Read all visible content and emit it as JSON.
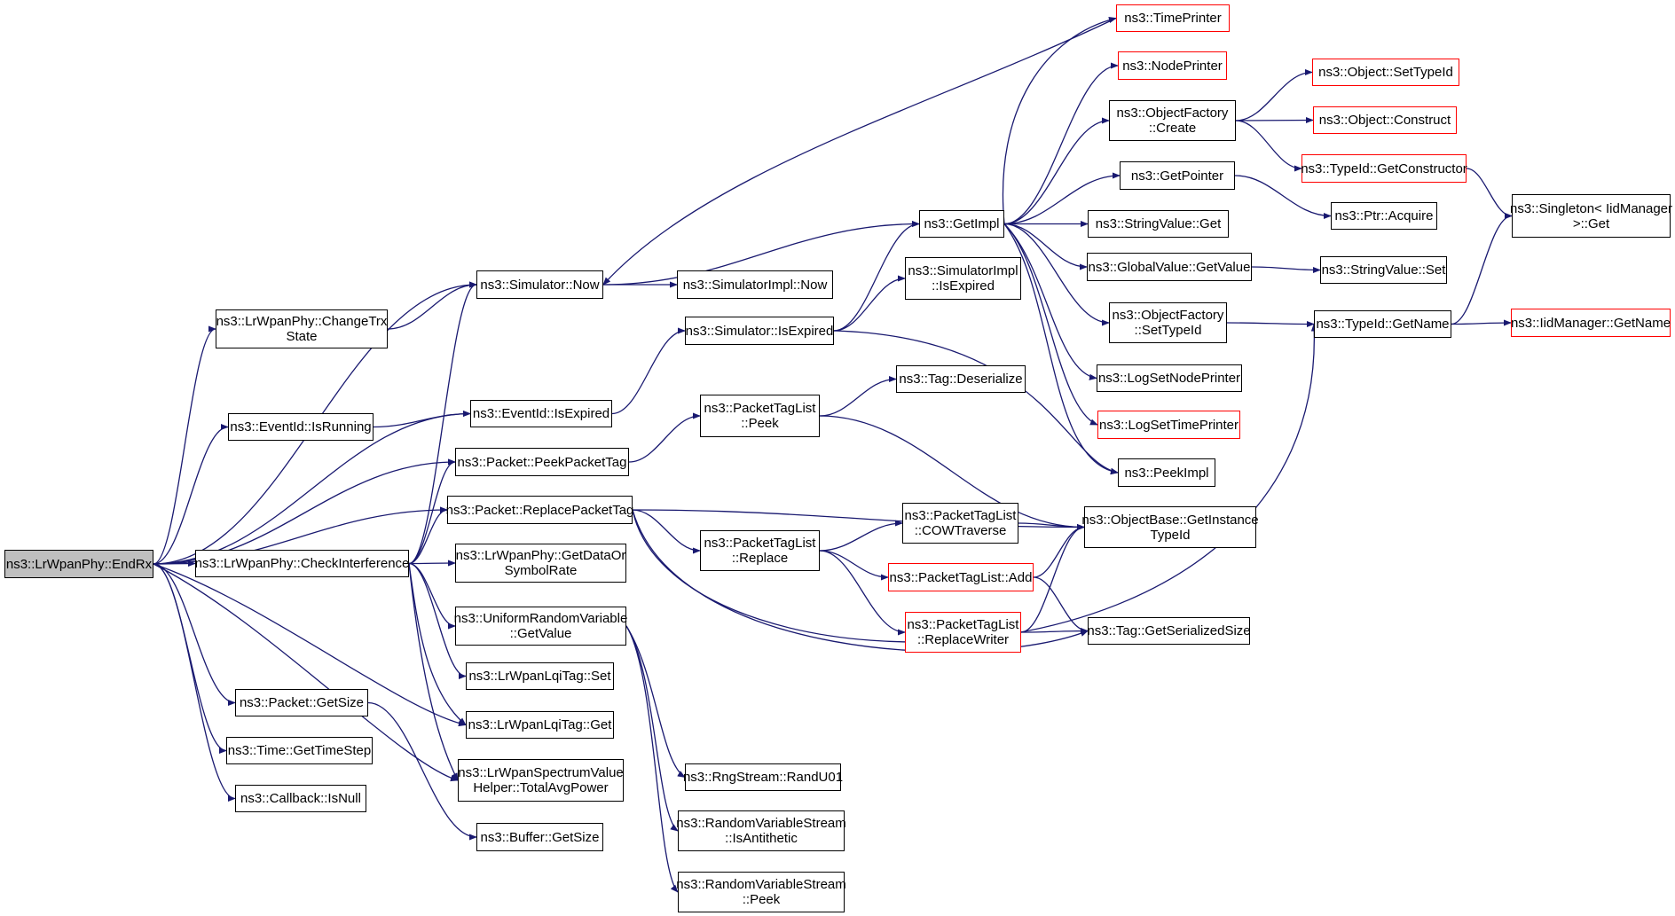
{
  "colors": {
    "edge": "#191970",
    "node_border": "#000000",
    "external_border": "#ff0000",
    "root_fill": "#bfbfbf",
    "background": "#ffffff"
  },
  "nodes": [
    {
      "id": "endrx",
      "label": "ns3::LrWpanPhy::EndRx",
      "style": "root"
    },
    {
      "id": "changetrx",
      "label": "ns3::LrWpanPhy::ChangeTrx\nState"
    },
    {
      "id": "isrunning",
      "label": "ns3::EventId::IsRunning"
    },
    {
      "id": "checkint",
      "label": "ns3::LrWpanPhy::CheckInterference"
    },
    {
      "id": "pktgetsize",
      "label": "ns3::Packet::GetSize"
    },
    {
      "id": "timestep",
      "label": "ns3::Time::GetTimeStep"
    },
    {
      "id": "isnull",
      "label": "ns3::Callback::IsNull"
    },
    {
      "id": "simnow",
      "label": "ns3::Simulator::Now"
    },
    {
      "id": "isexpired",
      "label": "ns3::EventId::IsExpired"
    },
    {
      "id": "peekpkttag",
      "label": "ns3::Packet::PeekPacketTag"
    },
    {
      "id": "replpkttag",
      "label": "ns3::Packet::ReplacePacketTag"
    },
    {
      "id": "getdatarate",
      "label": "ns3::LrWpanPhy::GetDataOr\nSymbolRate"
    },
    {
      "id": "urvgetvalue",
      "label": "ns3::UniformRandomVariable\n::GetValue"
    },
    {
      "id": "lqiset",
      "label": "ns3::LrWpanLqiTag::Set"
    },
    {
      "id": "lqiget",
      "label": "ns3::LrWpanLqiTag::Get"
    },
    {
      "id": "totalavg",
      "label": "ns3::LrWpanSpectrumValue\nHelper::TotalAvgPower"
    },
    {
      "id": "bufgetsize",
      "label": "ns3::Buffer::GetSize"
    },
    {
      "id": "simimplnow",
      "label": "ns3::SimulatorImpl::Now"
    },
    {
      "id": "simisexpired",
      "label": "ns3::Simulator::IsExpired"
    },
    {
      "id": "ptlpeek",
      "label": "ns3::PacketTagList\n::Peek"
    },
    {
      "id": "ptlreplace",
      "label": "ns3::PacketTagList\n::Replace"
    },
    {
      "id": "rngrand",
      "label": "ns3::RngStream::RandU01"
    },
    {
      "id": "rvsanti",
      "label": "ns3::RandomVariableStream\n::IsAntithetic"
    },
    {
      "id": "rvspeek",
      "label": "ns3::RandomVariableStream\n::Peek"
    },
    {
      "id": "getimpl",
      "label": "ns3::GetImpl"
    },
    {
      "id": "simimplexp",
      "label": "ns3::SimulatorImpl\n::IsExpired"
    },
    {
      "id": "tagdeser",
      "label": "ns3::Tag::Deserialize"
    },
    {
      "id": "cowtraverse",
      "label": "ns3::PacketTagList\n::COWTraverse"
    },
    {
      "id": "ptladd",
      "label": "ns3::PacketTagList::Add",
      "style": "red"
    },
    {
      "id": "replwriter",
      "label": "ns3::PacketTagList\n::ReplaceWriter",
      "style": "red"
    },
    {
      "id": "timeprinter",
      "label": "ns3::TimePrinter",
      "style": "red"
    },
    {
      "id": "nodeprinter",
      "label": "ns3::NodePrinter",
      "style": "red"
    },
    {
      "id": "ofcreate",
      "label": "ns3::ObjectFactory\n::Create"
    },
    {
      "id": "getpointer",
      "label": "ns3::GetPointer"
    },
    {
      "id": "svget",
      "label": "ns3::StringValue::Get"
    },
    {
      "id": "gvgetvalue",
      "label": "ns3::GlobalValue::GetValue"
    },
    {
      "id": "ofsettypeid",
      "label": "ns3::ObjectFactory\n::SetTypeId"
    },
    {
      "id": "logsetnode",
      "label": "ns3::LogSetNodePrinter"
    },
    {
      "id": "logsettime",
      "label": "ns3::LogSetTimePrinter",
      "style": "red"
    },
    {
      "id": "peekimpl",
      "label": "ns3::PeekImpl"
    },
    {
      "id": "obgetinst",
      "label": "ns3::ObjectBase::GetInstance\nTypeId"
    },
    {
      "id": "taggetser",
      "label": "ns3::Tag::GetSerializedSize"
    },
    {
      "id": "objsettypeid",
      "label": "ns3::Object::SetTypeId",
      "style": "red"
    },
    {
      "id": "objconstruct",
      "label": "ns3::Object::Construct",
      "style": "red"
    },
    {
      "id": "tidgetctor",
      "label": "ns3::TypeId::GetConstructor",
      "style": "red"
    },
    {
      "id": "ptracquire",
      "label": "ns3::Ptr::Acquire"
    },
    {
      "id": "svset",
      "label": "ns3::StringValue::Set"
    },
    {
      "id": "tidgetname",
      "label": "ns3::TypeId::GetName"
    },
    {
      "id": "singleton",
      "label": "ns3::Singleton< IidManager\n>::Get"
    },
    {
      "id": "iidgetname",
      "label": "ns3::IidManager::GetName",
      "style": "red"
    }
  ],
  "edges": [
    [
      "endrx",
      "changetrx"
    ],
    [
      "endrx",
      "simnow"
    ],
    [
      "endrx",
      "isrunning"
    ],
    [
      "endrx",
      "isexpired"
    ],
    [
      "endrx",
      "peekpkttag"
    ],
    [
      "endrx",
      "checkint"
    ],
    [
      "endrx",
      "replpkttag"
    ],
    [
      "endrx",
      "lqiget"
    ],
    [
      "endrx",
      "totalavg"
    ],
    [
      "endrx",
      "pktgetsize"
    ],
    [
      "endrx",
      "timestep"
    ],
    [
      "endrx",
      "isnull"
    ],
    [
      "changetrx",
      "simnow"
    ],
    [
      "isrunning",
      "isexpired"
    ],
    [
      "checkint",
      "simnow"
    ],
    [
      "checkint",
      "peekpkttag"
    ],
    [
      "checkint",
      "replpkttag"
    ],
    [
      "checkint",
      "getdatarate"
    ],
    [
      "checkint",
      "urvgetvalue"
    ],
    [
      "checkint",
      "lqiset"
    ],
    [
      "checkint",
      "lqiget"
    ],
    [
      "checkint",
      "totalavg"
    ],
    [
      "pktgetsize",
      "bufgetsize"
    ],
    [
      "simnow",
      "getimpl"
    ],
    [
      "simnow",
      "simimplnow"
    ],
    [
      "isexpired",
      "simisexpired"
    ],
    [
      "peekpkttag",
      "ptlpeek"
    ],
    [
      "replpkttag",
      "ptlreplace"
    ],
    [
      "replpkttag",
      "obgetinst"
    ],
    [
      "replpkttag",
      "taggetser"
    ],
    [
      "replpkttag",
      "tidgetname"
    ],
    [
      "urvgetvalue",
      "rngrand"
    ],
    [
      "urvgetvalue",
      "rvsanti"
    ],
    [
      "urvgetvalue",
      "rvspeek"
    ],
    [
      "simisexpired",
      "getimpl"
    ],
    [
      "simisexpired",
      "simimplexp"
    ],
    [
      "simisexpired",
      "peekimpl"
    ],
    [
      "ptlpeek",
      "tagdeser"
    ],
    [
      "ptlpeek",
      "obgetinst"
    ],
    [
      "ptlreplace",
      "cowtraverse"
    ],
    [
      "ptlreplace",
      "ptladd"
    ],
    [
      "ptlreplace",
      "replwriter"
    ],
    [
      "cowtraverse",
      "obgetinst"
    ],
    [
      "ptladd",
      "obgetinst"
    ],
    [
      "ptladd",
      "taggetser"
    ],
    [
      "replwriter",
      "obgetinst"
    ],
    [
      "replwriter",
      "taggetser"
    ],
    [
      "getimpl",
      "timeprinter"
    ],
    [
      "getimpl",
      "nodeprinter"
    ],
    [
      "getimpl",
      "ofcreate"
    ],
    [
      "getimpl",
      "getpointer"
    ],
    [
      "getimpl",
      "svget"
    ],
    [
      "getimpl",
      "gvgetvalue"
    ],
    [
      "getimpl",
      "ofsettypeid"
    ],
    [
      "getimpl",
      "logsetnode"
    ],
    [
      "getimpl",
      "logsettime"
    ],
    [
      "getimpl",
      "peekimpl"
    ],
    [
      "timeprinter",
      "simnow"
    ],
    [
      "ofcreate",
      "objsettypeid"
    ],
    [
      "ofcreate",
      "objconstruct"
    ],
    [
      "ofcreate",
      "tidgetctor"
    ],
    [
      "getpointer",
      "ptracquire"
    ],
    [
      "gvgetvalue",
      "svset"
    ],
    [
      "ofsettypeid",
      "tidgetname"
    ],
    [
      "tidgetctor",
      "singleton"
    ],
    [
      "tidgetname",
      "singleton"
    ],
    [
      "tidgetname",
      "iidgetname"
    ]
  ]
}
